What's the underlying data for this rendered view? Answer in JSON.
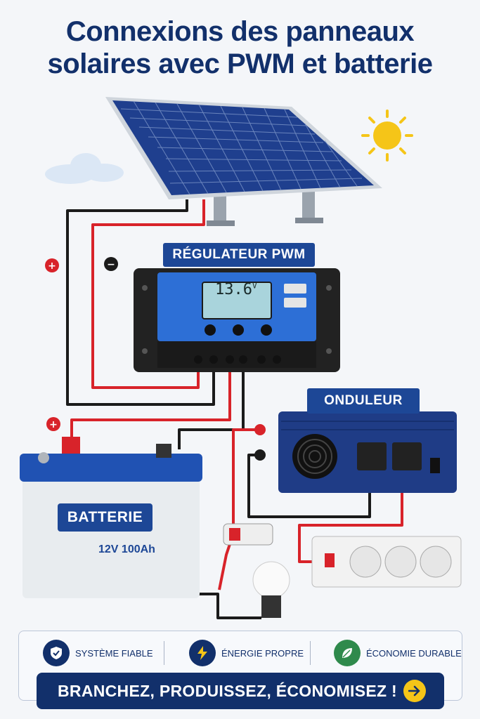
{
  "title": {
    "line1": "Connexions des panneaux",
    "line2": "solaires avec PWM et batterie"
  },
  "regulator": {
    "label": "RÉGULATEUR PWM",
    "display_value": "13.6",
    "display_unit": "V"
  },
  "inverter": {
    "label": "ONDULEUR"
  },
  "battery": {
    "label": "BATTERIE",
    "spec": "12V 100Ah"
  },
  "polarity": {
    "plus": "+",
    "minus": "−"
  },
  "badges": [
    {
      "label": "SYSTÈME FIABLE",
      "icon": "shield-check-icon"
    },
    {
      "label": "ÉNERGIE PROPRE",
      "icon": "lightning-icon"
    },
    {
      "label": "ÉCONOMIE DURABLE",
      "icon": "leaf-icon"
    }
  ],
  "cta": {
    "label": "BRANCHEZ, PRODUISSEZ, ÉCONOMISEZ !",
    "icon": "arrow-right-icon"
  },
  "colors": {
    "navy": "#12306b",
    "blue": "#1d4796",
    "positive_wire": "#d8232a",
    "negative_wire": "#1b1b1b",
    "sun": "#f5c518"
  }
}
